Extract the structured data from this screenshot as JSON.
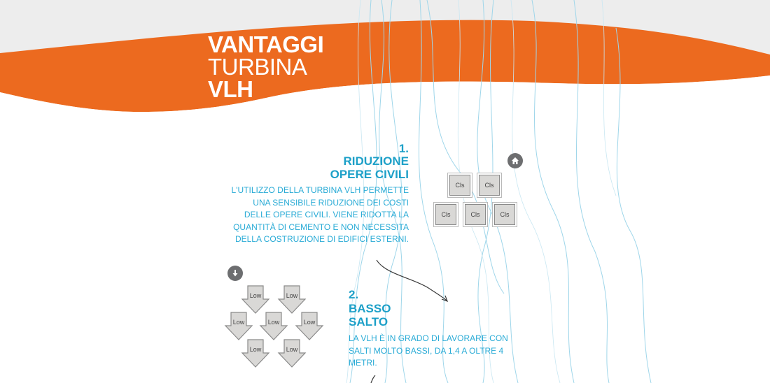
{
  "hero": {
    "title_line1": "VANTAGGI",
    "title_line2": "TURBINA",
    "title_line3": "VLH"
  },
  "section1": {
    "number": "1.",
    "title_line1": "RIDUZIONE",
    "title_line2": "OPERE CIVILI",
    "body": "L'utilizzo della turbina VLH permette una sensibile riduzione dei costi delle opere civili. Viene ridotta la quantità di cemento e non necessita della costruzione di edifici esterni.",
    "block_label": "Cls"
  },
  "section2": {
    "number": "2.",
    "title_line1": "BASSO",
    "title_line2": "SALTO",
    "body": "La VLH è in grado di lavorare con salti molto bassi, da 1,4 a oltre 4 metri.",
    "arrow_label": "Low"
  },
  "icons": {
    "home": "home-icon",
    "scroll_down": "arrow-down-icon"
  },
  "colors": {
    "orange": "#ec6a1f",
    "blue_text": "#1da0c8",
    "light_blue_lines": "#9fd6ea",
    "gray_bg": "#ededed",
    "button_gray": "#6d6e70"
  }
}
